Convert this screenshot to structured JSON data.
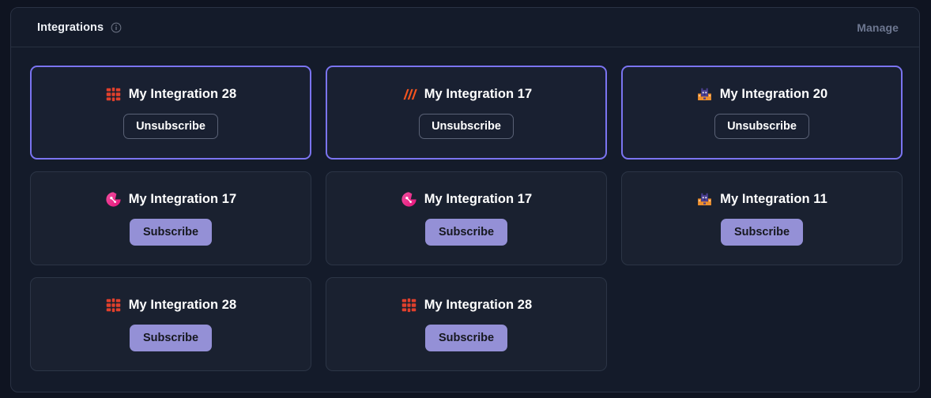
{
  "header": {
    "title": "Integrations",
    "info_icon": "info-circle-icon",
    "manage_label": "Manage"
  },
  "colors": {
    "page_background": "#0f1421",
    "panel_background": "#141b2a",
    "card_background": "#1a2130",
    "card_border": "#2c3546",
    "card_selected_border": "#7b74f1",
    "subscribe_button": "#9490d6",
    "subscribe_button_text": "#16181f",
    "unsubscribe_border": "#5a6276",
    "title_text": "#ffffff",
    "manage_text": "#6d7790",
    "icon_red": "#e0402c",
    "icon_orange": "#f4541f",
    "icon_pink": "#e6137a",
    "icon_purple": "#4b3f91"
  },
  "labels": {
    "subscribe": "Subscribe",
    "unsubscribe": "Unsubscribe"
  },
  "cards": [
    {
      "title": "My Integration 28",
      "icon": "red-grid-icon",
      "action": "Unsubscribe",
      "subscribed": true,
      "selected": true
    },
    {
      "title": "My Integration 17",
      "icon": "orange-slashes-icon",
      "action": "Unsubscribe",
      "subscribed": true,
      "selected": true
    },
    {
      "title": "My Integration 20",
      "icon": "purple-mascot-icon",
      "action": "Unsubscribe",
      "subscribed": true,
      "selected": true
    },
    {
      "title": "My Integration 17",
      "icon": "pink-circle-icon",
      "action": "Subscribe",
      "subscribed": false,
      "selected": false
    },
    {
      "title": "My Integration 17",
      "icon": "pink-circle-icon",
      "action": "Subscribe",
      "subscribed": false,
      "selected": false
    },
    {
      "title": "My Integration 11",
      "icon": "purple-mascot-icon",
      "action": "Subscribe",
      "subscribed": false,
      "selected": false
    },
    {
      "title": "My Integration 28",
      "icon": "red-grid-icon",
      "action": "Subscribe",
      "subscribed": false,
      "selected": false
    },
    {
      "title": "My Integration 28",
      "icon": "red-grid-icon",
      "action": "Subscribe",
      "subscribed": false,
      "selected": false
    }
  ]
}
